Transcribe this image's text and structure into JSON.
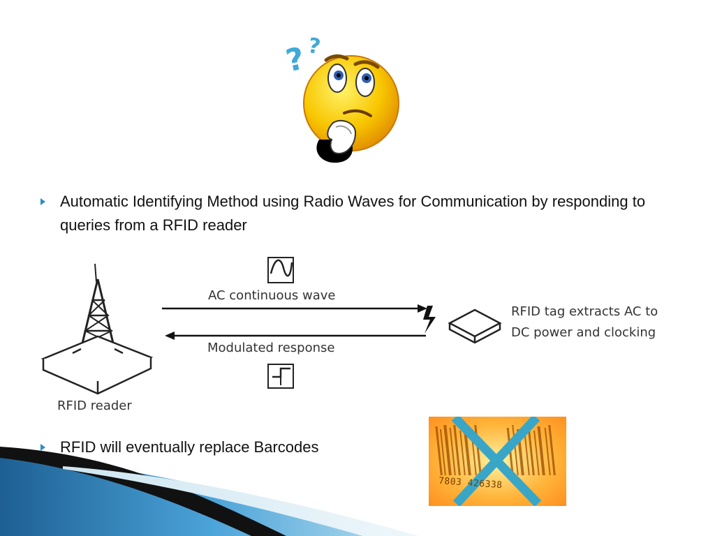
{
  "bullets": [
    {
      "text": "Automatic Identifying Method using Radio Waves for Communication by responding to queries from a RFID reader"
    },
    {
      "text": "RFID will eventually replace Barcodes"
    }
  ],
  "diagram": {
    "forward_label": "AC continuous wave",
    "return_label": "Modulated response",
    "reader_label": "RFID reader",
    "tag_label_line1": "RFID tag extracts AC to",
    "tag_label_line2": "DC power and clocking"
  },
  "barcode": {
    "digits": "7803  426338"
  },
  "icons": {
    "thinking_face": "thinking-face-icon",
    "sine_wave": "sine-wave-icon",
    "step_wave": "step-wave-icon",
    "antenna_tower": "antenna-tower-icon",
    "rfid_tag": "rfid-tag-icon",
    "lightning": "lightning-icon",
    "cross": "cross-icon"
  },
  "colors": {
    "bullet_marker": "#2a8fbf",
    "swoosh_blue": "#2f7fb5",
    "cross": "#3aa6c7",
    "face_yellow": "#f8c600",
    "question_mark": "#3fa9d8"
  }
}
